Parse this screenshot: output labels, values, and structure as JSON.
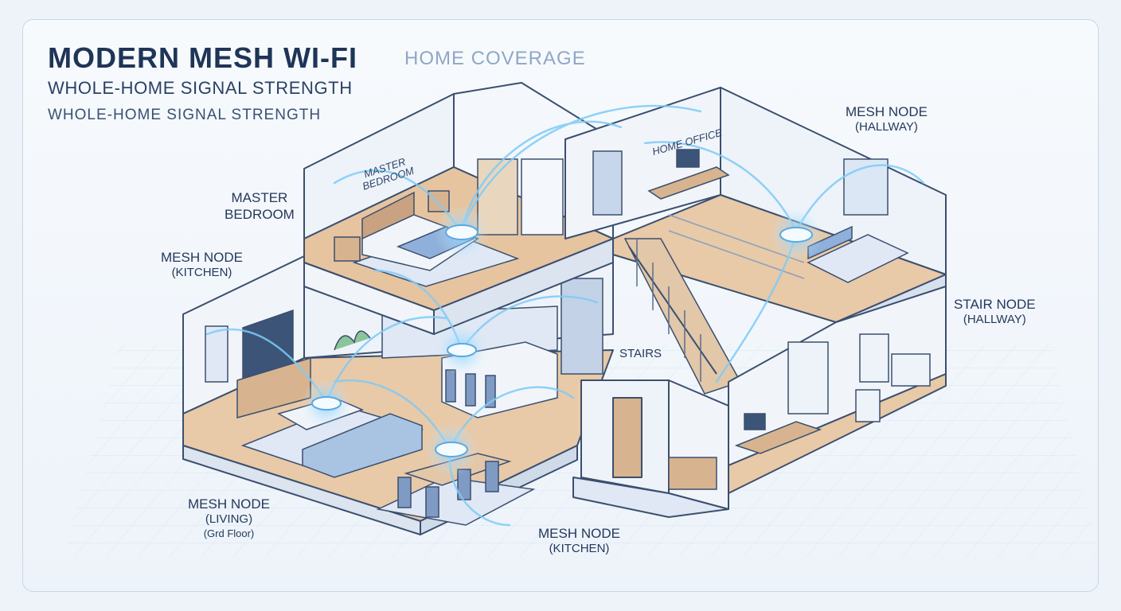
{
  "header": {
    "title": "MODERN MESH WI-FI",
    "title_accent": "HOME COVERAGE",
    "subtitle_1": "WHOLE-HOME SIGNAL STRENGTH",
    "subtitle_2": "WHOLE-HOME  SIGNAL STRENGTH"
  },
  "labels": {
    "master_bedroom": {
      "line1": "MASTER",
      "line2": "BEDROOM"
    },
    "mesh_node_kitchen_left": {
      "line1": "MESH NODE",
      "line2": "(KITCHEN)"
    },
    "mesh_node_hallway_top": {
      "line1": "MESH NODE",
      "line2": "(HALLWAY)"
    },
    "stair_node": {
      "line1": "STAIR NODE",
      "line2": "(HALLWAY)"
    },
    "stairs": "STAIRS",
    "mesh_node_living": {
      "line1": "MESH NODE",
      "line2": "(LIVING)",
      "line3": "(Grd Floor)"
    },
    "mesh_node_kitchen_bottom": {
      "line1": "MESH NODE",
      "line2": "(KITCHEN)"
    },
    "scene_master_bedroom": {
      "line1": "MASTER",
      "line2": "BEDROOM"
    },
    "scene_home_office": "HOME OFFICE"
  },
  "colors": {
    "accent": "#5fb8f0",
    "wall": "#f4f7fb",
    "outline": "#3b4f6e",
    "floor": "#e8c9a8",
    "rug": "#dfe8f4",
    "furniture": "#a9c3e3"
  },
  "icons": [
    "mesh-router-icon",
    "wifi-wave-icon"
  ]
}
